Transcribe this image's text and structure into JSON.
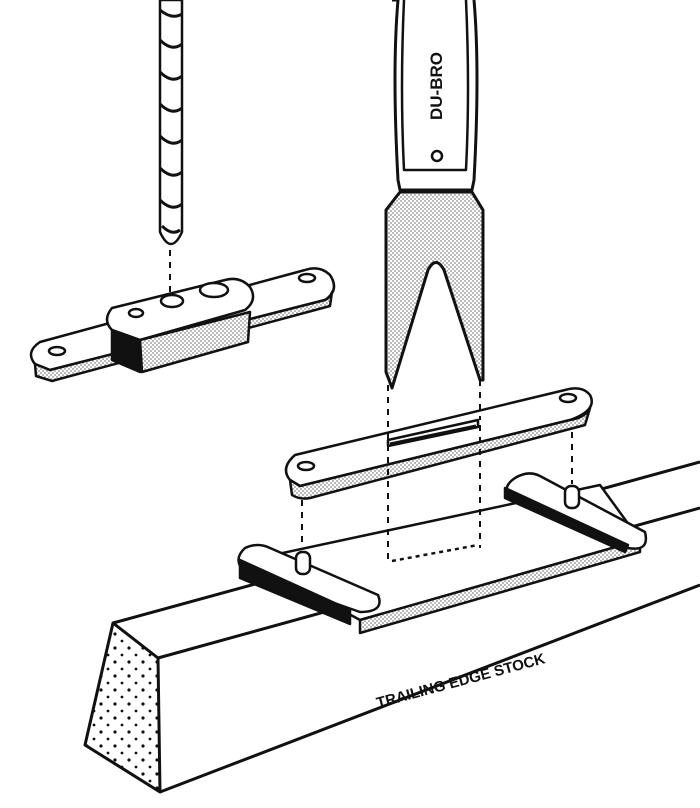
{
  "diagram": {
    "type": "exploded assembly illustration",
    "background": "#ffffff",
    "ink": "#111111",
    "stipple": "#bdbdbd",
    "labels": {
      "tool_brand": "DU-BRO",
      "stock_label": "TRAILING EDGE STOCK"
    },
    "parts": [
      {
        "id": "drill-bit",
        "description": "Twist drill bit pointing down"
      },
      {
        "id": "hinge-jig-block",
        "description": "Drill guide block with three holes on a hinge"
      },
      {
        "id": "slotting-tool",
        "description": "DU-BRO forked slotting tool with handle"
      },
      {
        "id": "hinge-plate",
        "description": "Flat hinge with slot and end holes"
      },
      {
        "id": "hinge-frame-jig",
        "description": "Rectangular frame jig with two pins straddling stock"
      },
      {
        "id": "trailing-edge-stock",
        "description": "Tapered trailing edge balsa stock"
      }
    ]
  }
}
